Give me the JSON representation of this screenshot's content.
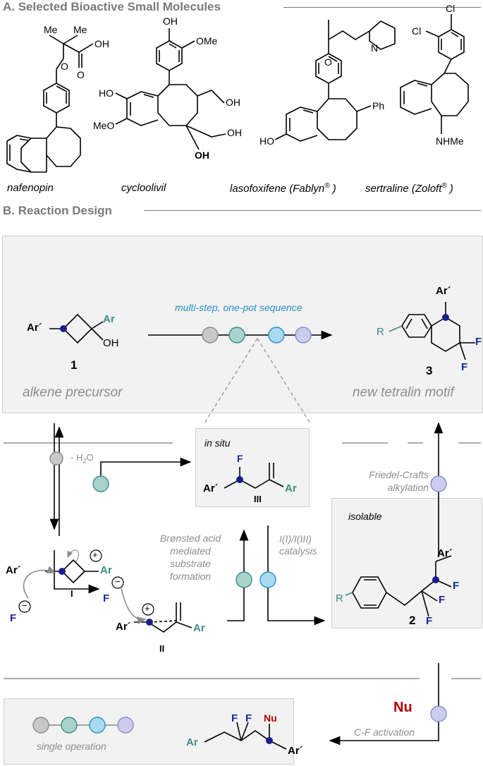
{
  "sectionA": {
    "title": "A. Selected Bioactive Small Molecules",
    "molecules": [
      {
        "name": "nafenopin",
        "labels": {
          "me1": "Me",
          "me2": "Me",
          "oh": "OH",
          "o1": "O",
          "o2": "O"
        }
      },
      {
        "name": "cycloolivil",
        "labels": {
          "oh_top": "OH",
          "ome_top": "OMe",
          "ho": "HO",
          "meo": "MeO",
          "oh_r1": "OH",
          "oh_r2": "OH",
          "oh_bot": "OH"
        }
      },
      {
        "name": "lasofoxifene (Fablyn",
        "sup": "®",
        "suffix": " )",
        "labels": {
          "o": "O",
          "n": "N",
          "ph": "Ph",
          "ho": "HO"
        }
      },
      {
        "name": "sertraline (Zoloft",
        "sup": "®",
        "suffix": " )",
        "labels": {
          "cl1": "Cl",
          "cl2": "Cl",
          "nhme": "NHMe"
        }
      }
    ]
  },
  "sectionB": {
    "title": "B. Reaction Design",
    "sequence_label": "multi-step, one-pot sequence",
    "compound1": {
      "number": "1",
      "caption": "alkene precursor",
      "ar_prime": "Ar´",
      "ar": "Ar",
      "oh": "OH"
    },
    "compound3": {
      "number": "3",
      "caption": "new tetralin motif",
      "ar_prime": "Ar´",
      "r": "R",
      "f1": "F",
      "f2": "F"
    },
    "insitu": {
      "title": "in situ",
      "f": "F",
      "ar_prime": "Ar´",
      "ar": "Ar",
      "number": "III"
    },
    "minus_water": "- H",
    "minus_water_sub": "2",
    "minus_water_end": "O",
    "cation1": {
      "ar_prime": "Ar´",
      "ar": "Ar",
      "number": "I",
      "plus": "+"
    },
    "cation2": {
      "ar_prime": "Ar´",
      "ar": "Ar",
      "number": "II",
      "plus": "+"
    },
    "fluoride1": {
      "f": "F",
      "minus": "−"
    },
    "fluoride2": {
      "f": "F",
      "minus": "−"
    },
    "bronsted": [
      "Brønsted acid",
      "mediated",
      "substrate",
      "formation"
    ],
    "catalysis": [
      "I(I)/I(III)",
      "catalysis"
    ],
    "friedel": [
      "Friedel-Crafts",
      "alkylation"
    ],
    "isolable": {
      "title": "isolable",
      "r": "R",
      "ar_prime": "Ar´",
      "f1": "F",
      "f2": "F",
      "f3": "F",
      "number": "2"
    },
    "nu_label": "Nu",
    "cf_activation": "C-F activation",
    "legend": {
      "caption": "single operation"
    },
    "product": {
      "ar": "Ar",
      "f1": "F",
      "f2": "F",
      "nu": "Nu",
      "ar_prime": "Ar´"
    }
  },
  "colors": {
    "grey": "#c8c8c8",
    "teal": "#a8d3cc",
    "blue": "#a9daf2",
    "lavender": "#cccdee",
    "navy": "#1a1f8c",
    "accent_blue": "#2b8fc4",
    "accent_teal": "#3f8a86"
  }
}
